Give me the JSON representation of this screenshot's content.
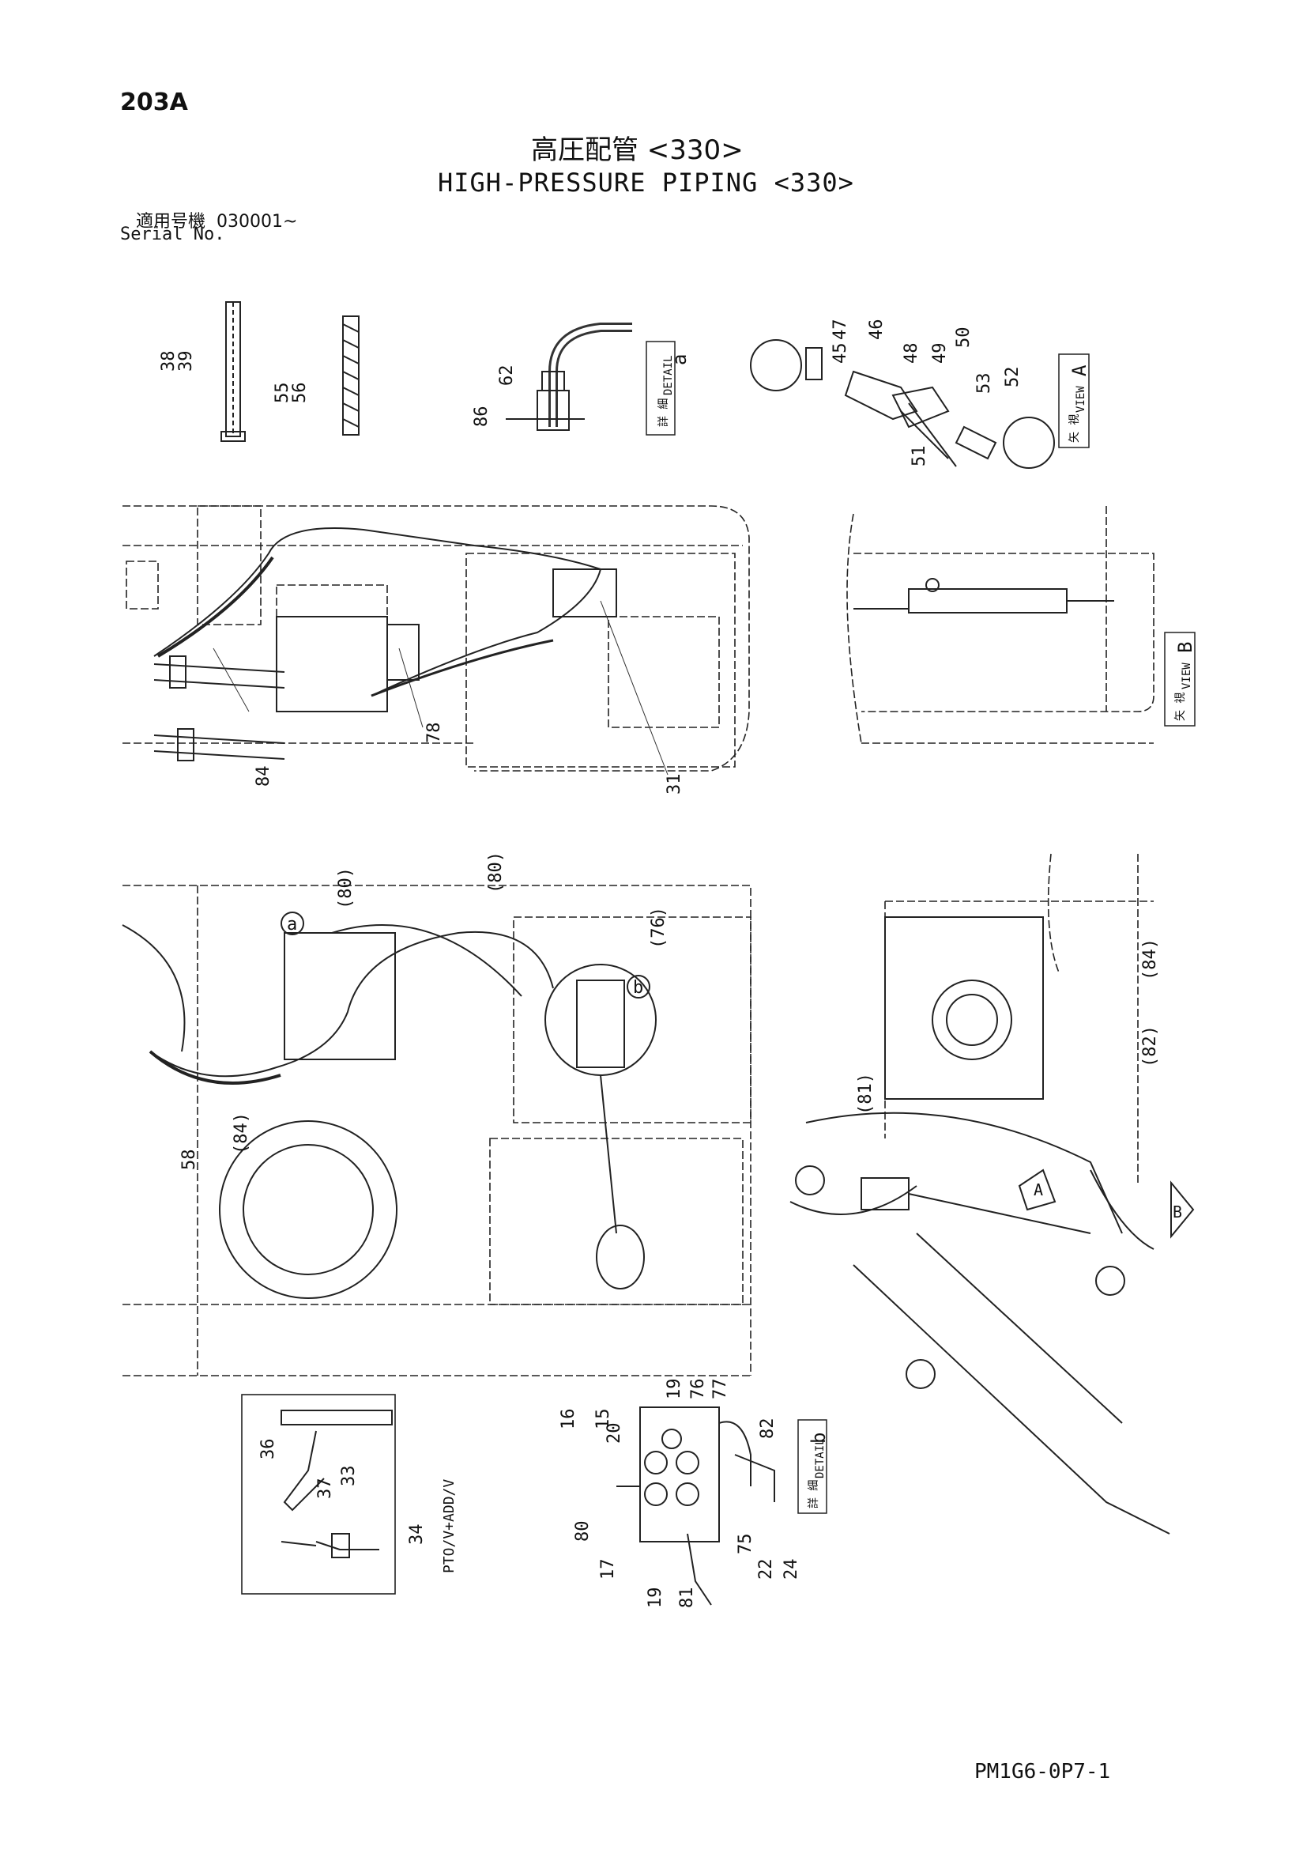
{
  "header": {
    "page_code": "203A",
    "title_jp": "高圧配管 <330>",
    "title_en": "HIGH-PRESSURE PIPING <330>",
    "serial_label_jp": "適用号機",
    "serial_value": "030001~",
    "serial_label_en": "Serial No."
  },
  "callouts": {
    "c38": "38",
    "c39": "39",
    "c55": "55",
    "c56": "56",
    "c86": "86",
    "c62": "62",
    "detail_a_jp": "詳 細",
    "detail_a_en": "DETAIL",
    "detail_a_letter": "a",
    "c47": "47",
    "c45": "45",
    "c46": "46",
    "c48": "48",
    "c49": "49",
    "c50": "50",
    "c53": "53",
    "c52": "52",
    "c51": "51",
    "view_a_jp": "矢 視",
    "view_a_en": "VIEW",
    "view_a_letter": "A",
    "c84_top": "84",
    "c78": "78",
    "c31": "31",
    "view_b_jp": "矢 視",
    "view_b_en": "VIEW",
    "view_b_letter": "B",
    "c80a": "(80)",
    "c80b": "(80)",
    "c76p": "(76)",
    "c84p_mid": "(84)",
    "c58": "58",
    "c84p_right": "(84)",
    "c82p": "(82)",
    "c81p": "(81)",
    "marker_a": "a",
    "marker_b": "b",
    "marker_A": "A",
    "marker_B": "B",
    "c36": "36",
    "c33": "33",
    "c37": "37",
    "c34": "34",
    "pto_note": "PTO/V+ADD/V",
    "c16": "16",
    "c15": "15",
    "c20": "20",
    "c19_top": "19",
    "c76": "76",
    "c77": "77",
    "c82": "82",
    "detail_b_jp": "詳 細",
    "detail_b_en": "DETAIL",
    "detail_b_letter": "b",
    "c80": "80",
    "c17": "17",
    "c22": "22",
    "c24": "24",
    "c75": "75",
    "c19_bot": "19",
    "c81": "81"
  },
  "footer": {
    "doc_code": "PM1G6-0P7-1"
  }
}
